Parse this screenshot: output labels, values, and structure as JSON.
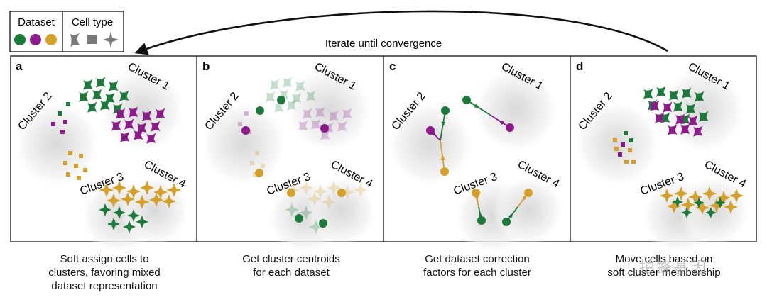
{
  "legend": {
    "dataset_label": "Dataset",
    "celltype_label": "Cell type",
    "dataset_colors": [
      "#1b7a3a",
      "#8b1a8b",
      "#d4a02a"
    ]
  },
  "iterate_label": "Iterate until convergence",
  "panels": [
    {
      "letter": "a",
      "caption_lines": [
        "Soft assign cells to",
        "clusters, favoring mixed",
        "dataset representation"
      ],
      "clusters": [
        "Cluster 1",
        "Cluster 2",
        "Cluster 3",
        "Cluster 4"
      ]
    },
    {
      "letter": "b",
      "caption_lines": [
        "Get cluster centroids",
        "for each dataset"
      ],
      "clusters": [
        "Cluster 1",
        "Cluster 2",
        "Cluster 3",
        "Cluster 4"
      ]
    },
    {
      "letter": "c",
      "caption_lines": [
        "Get dataset correction",
        "factors for each cluster"
      ],
      "clusters": [
        "Cluster 1",
        "Cluster 2",
        "Cluster 3",
        "Cluster 4"
      ]
    },
    {
      "letter": "d",
      "caption_lines": [
        "Move cells based on",
        "soft cluster membership"
      ],
      "clusters": [
        "Cluster 1",
        "Cluster 2",
        "Cluster 3",
        "Cluster 4"
      ]
    }
  ],
  "watermark": "拍蜂基因"
}
